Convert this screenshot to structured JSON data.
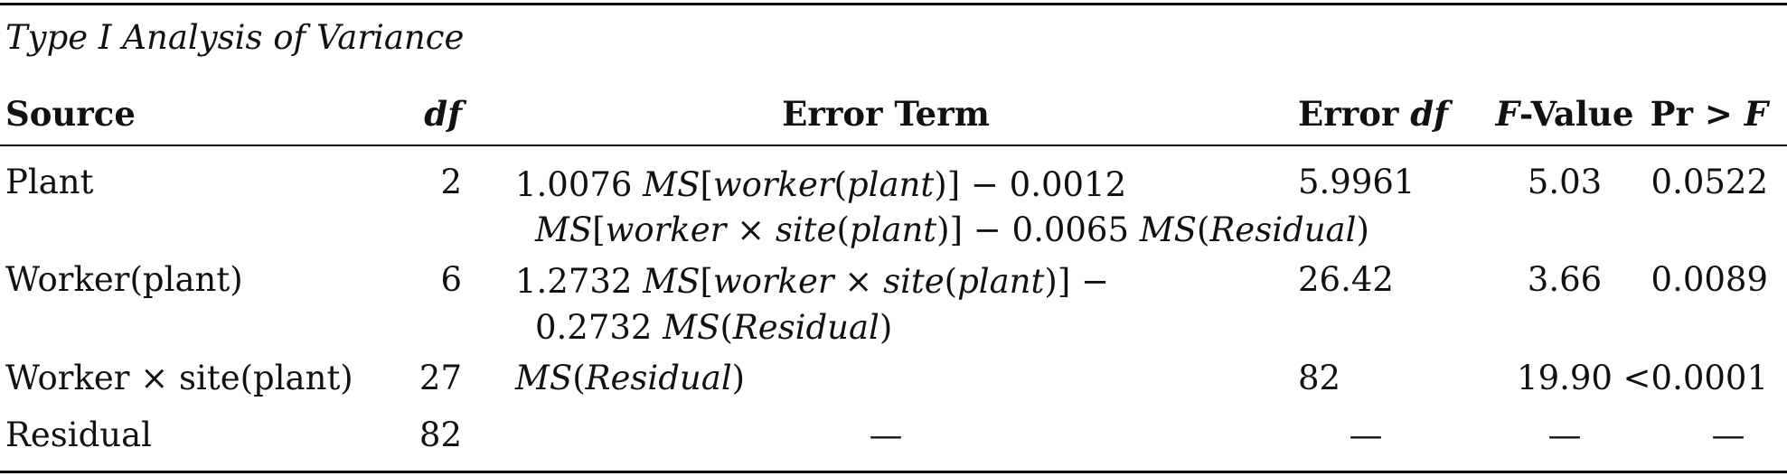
{
  "caption": "Type I Analysis of Variance",
  "headers": {
    "source": "Source",
    "df": "df",
    "error_term": "Error Term",
    "error_df_prefix": "Error ",
    "error_df_ital": "df",
    "f_value_ital": "F",
    "f_value_suffix": "-Value",
    "pr_prefix": "Pr > ",
    "pr_ital": "F"
  },
  "rows": [
    {
      "source": "Plant",
      "df": "2",
      "error_line1": "1.0076 MS[worker(plant)] − 0.0012",
      "error_line2": "MS[worker × site(plant)] − 0.0065 MS(Residual)",
      "error_df": "5.9961",
      "f_value": "5.03",
      "pr": "0.0522"
    },
    {
      "source": "Worker(plant)",
      "df": "6",
      "error_line1": "1.2732 MS[worker × site(plant)] −",
      "error_line2": "0.2732 MS(Residual)",
      "error_df": "26.42",
      "f_value": "3.66",
      "pr": "0.0089"
    },
    {
      "source": "Worker × site(plant)",
      "df": "27",
      "error_line1": "MS(Residual)",
      "error_line2": "",
      "error_df": "82",
      "f_value": "19.90",
      "pr": "<0.0001"
    },
    {
      "source": "Residual",
      "df": "82",
      "error_line1": "—",
      "error_line2": "",
      "error_df": "—",
      "f_value": "—",
      "pr": "—"
    }
  ]
}
